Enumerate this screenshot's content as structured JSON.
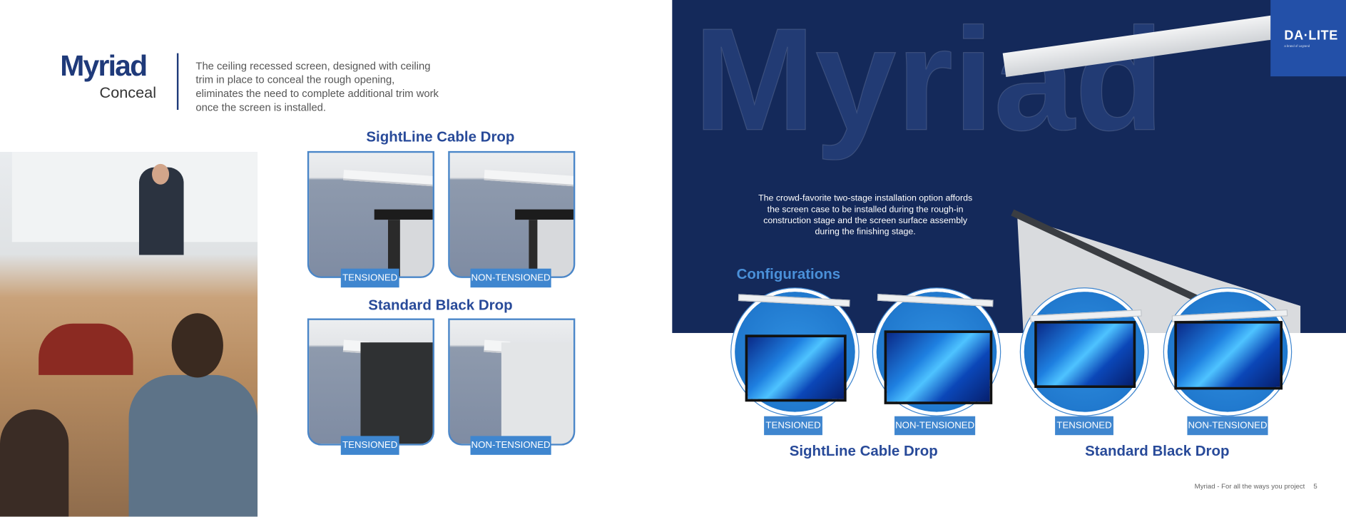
{
  "left": {
    "logo": {
      "title": "Myriad",
      "subtitle": "Conceal"
    },
    "intro": "The ceiling recessed screen, designed with ceiling trim in place to conceal the rough opening, eliminates the need to complete additional trim work once the screen is installed.",
    "sections": [
      {
        "title": "SightLine Cable Drop",
        "tiles": [
          {
            "label": "TENSIONED"
          },
          {
            "label": "NON-TENSIONED"
          }
        ]
      },
      {
        "title": "Standard Black Drop",
        "tiles": [
          {
            "label": "TENSIONED"
          },
          {
            "label": "NON-TENSIONED"
          }
        ]
      }
    ]
  },
  "right": {
    "watermark": "Myriad",
    "brand": {
      "name": "DA·LITE",
      "tagline": "a brand of Legrand"
    },
    "description": "The crowd-favorite two-stage installation option affords the screen case to be installed during the rough-in construction stage and the screen surface assembly during the finishing stage.",
    "configurations_title": "Configurations",
    "configs": [
      {
        "label": "TENSIONED"
      },
      {
        "label": "NON-TENSIONED"
      },
      {
        "label": "TENSIONED"
      },
      {
        "label": "NON-TENSIONED"
      }
    ],
    "groups": [
      "SightLine Cable Drop",
      "Standard Black Drop"
    ]
  },
  "footer": {
    "text": "Myriad - For all the ways you project",
    "page": "5"
  },
  "colors": {
    "navy": "#14295a",
    "brand_blue": "#2350a8",
    "label_blue": "#3f86cf",
    "heading": "#284a99"
  }
}
